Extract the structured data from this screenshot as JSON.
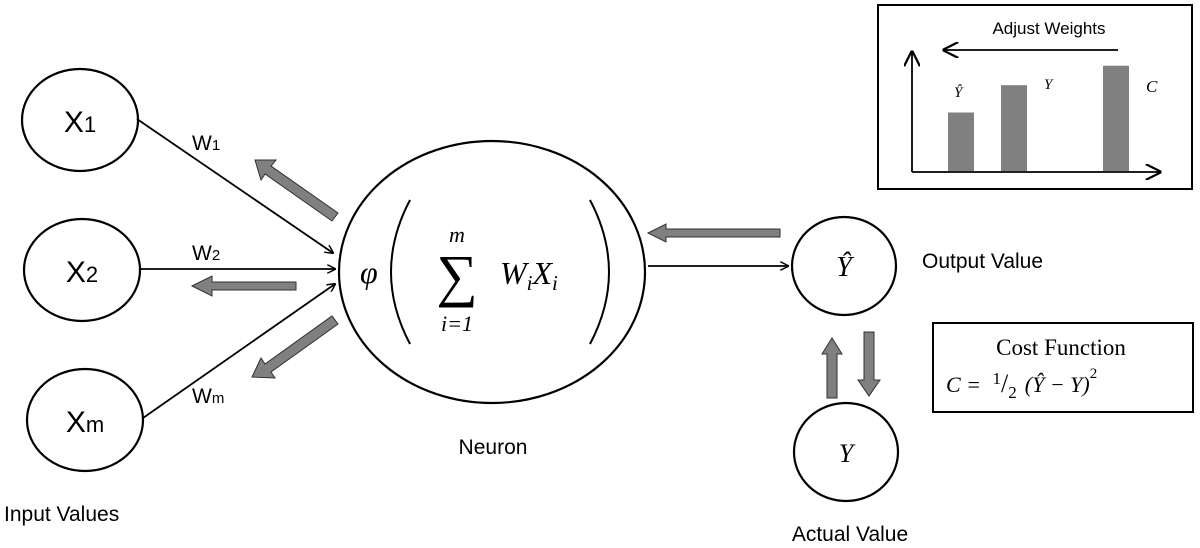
{
  "inputs": [
    {
      "letter": "X",
      "sub": "1"
    },
    {
      "letter": "X",
      "sub": "2"
    },
    {
      "letter": "X",
      "sub": "m"
    }
  ],
  "weights": [
    {
      "letter": "W",
      "sub": "1"
    },
    {
      "letter": "W",
      "sub": "2"
    },
    {
      "letter": "W",
      "sub": "m"
    }
  ],
  "labels": {
    "input_values": "Input Values",
    "neuron": "Neuron",
    "output_value": "Output Value",
    "actual_value": "Actual Value"
  },
  "neuron_formula": {
    "phi": "φ",
    "sum": "∑",
    "upper": "m",
    "lower": "i=1",
    "term_w": "W",
    "term_w_sub": "i",
    "term_x": "X",
    "term_x_sub": "i"
  },
  "output_node": {
    "symbol": "Ŷ"
  },
  "actual_node": {
    "symbol": "Y"
  },
  "cost_function": {
    "title": "Cost Function",
    "lhs": "C =",
    "half_num": "1",
    "half_slash": "/",
    "half_den": "2",
    "body": "(Ŷ − Y)",
    "exp": "2"
  },
  "inset_chart": {
    "title": "Adjust Weights",
    "bar_labels": [
      "Ŷ",
      "Y",
      "C"
    ],
    "bar_values": [
      0.45,
      0.66,
      0.81
    ],
    "bar_fill": "#808080"
  }
}
